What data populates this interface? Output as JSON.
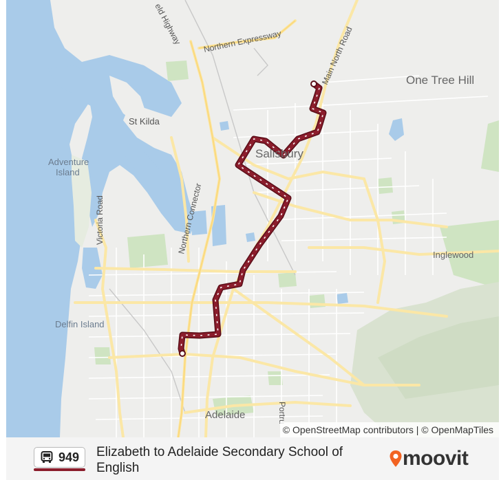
{
  "map": {
    "labels": {
      "northern_expressway": "Northern Expressway",
      "main_north_road": "Main North Road",
      "highway": "eld Highway",
      "one_tree_hill": "One Tree Hill",
      "st_kilda": "St Kilda",
      "adventure_island_1": "Adventure",
      "adventure_island_2": "Island",
      "victoria_road": "Victoria Road",
      "salisbury": "Salisbury",
      "northern_connector": "Northern Connector",
      "inglewood": "Inglewood",
      "delfin_island": "Delfin Island",
      "adelaide": "Adelaide",
      "portrush": "Portru"
    },
    "attribution": "© OpenStreetMap contributors | © OpenMapTiles",
    "route_color": "#8b1d2c",
    "water_color": "#a9cbe9",
    "park_color": "#cfe4c2"
  },
  "route": {
    "number": "949",
    "name": "Elizabeth to Adelaide Secondary School of English",
    "icon": "bus-icon",
    "color": "#8b1d2c"
  },
  "brand": {
    "name": "moovit",
    "accent": "#f26322",
    "icon": "location-pin-icon"
  }
}
